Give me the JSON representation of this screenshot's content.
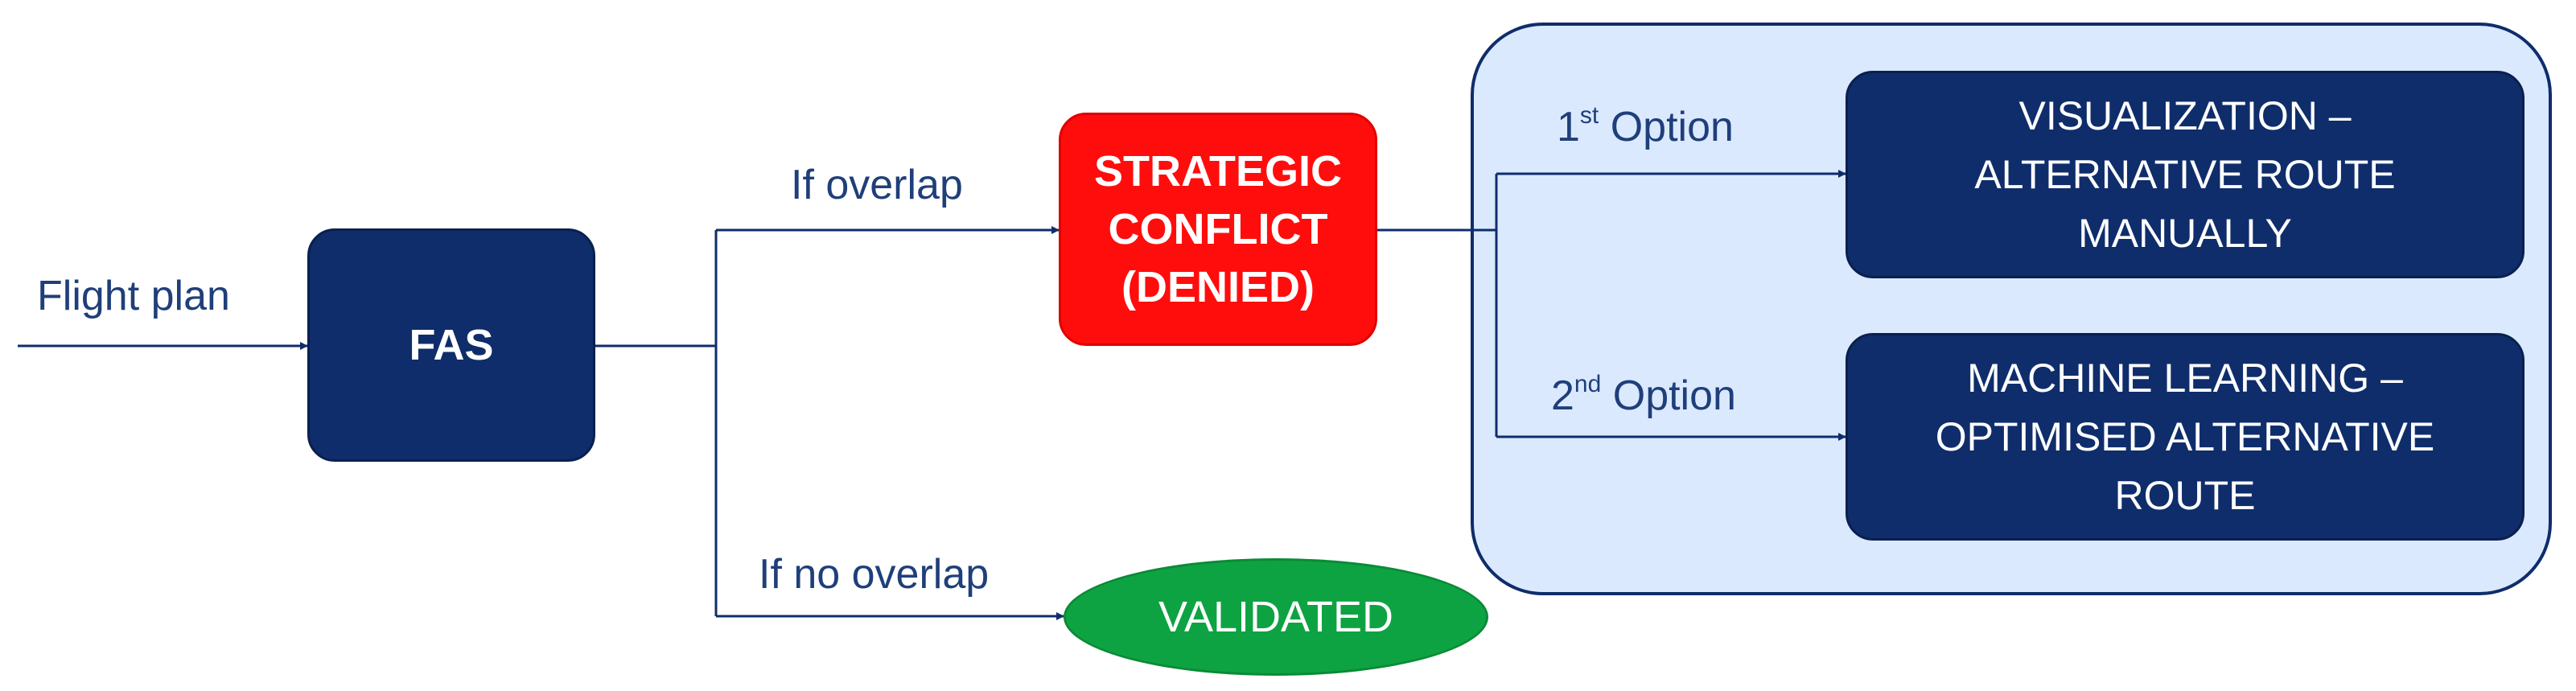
{
  "input_label": "Flight plan",
  "nodes": {
    "fas": "FAS",
    "strategic_conflict": "STRATEGIC\nCONFLICT\n(DENIED)",
    "validated": "VALIDATED",
    "visualization": "VISUALIZATION –\nALTERNATIVE ROUTE\nMANUALLY",
    "machine_learning": "MACHINE LEARNING –\nOPTIMISED ALTERNATIVE\nROUTE"
  },
  "edge_labels": {
    "if_overlap": "If overlap",
    "if_no_overlap": "If no overlap",
    "option1_num": "1",
    "option1_sup": "st",
    "option1_word": " Option",
    "option2_num": "2",
    "option2_sup": "nd",
    "option2_word": " Option"
  },
  "colors": {
    "navy": "#0f2d6b",
    "red": "#ff0d0d",
    "green": "#0ea342",
    "panel_fill": "#dbe9ff",
    "label_text": "#1f3f7a"
  }
}
